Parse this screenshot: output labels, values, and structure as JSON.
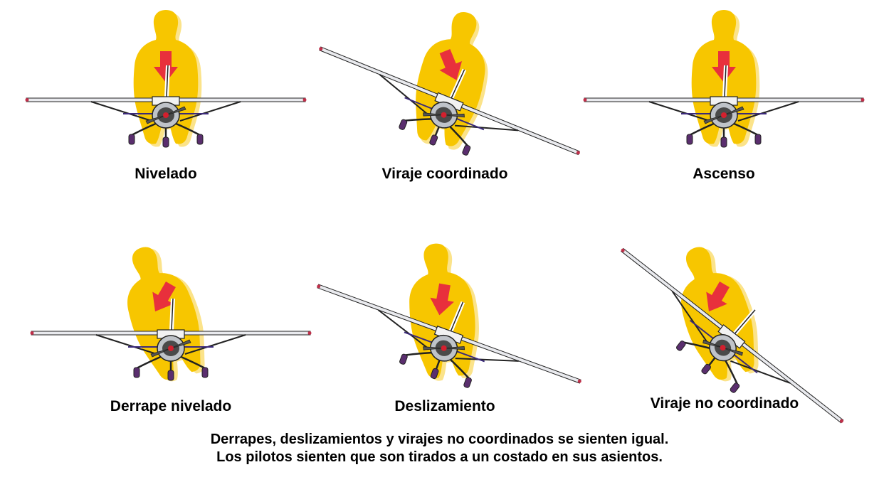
{
  "panels": [
    {
      "label": "Nivelado",
      "bank_deg": 0,
      "force_deg": 0
    },
    {
      "label": "Viraje coordinado",
      "bank_deg": 22,
      "force_deg": 22
    },
    {
      "label": "Ascenso",
      "bank_deg": 0,
      "force_deg": 0
    },
    {
      "label": "Derrape nivelado",
      "bank_deg": 0,
      "force_deg": -30
    },
    {
      "label": "Deslizamiento",
      "bank_deg": 20,
      "force_deg": -10
    },
    {
      "label": "Viraje no coordinado",
      "bank_deg": 38,
      "force_deg": -30
    }
  ],
  "caption": {
    "line1": "Derrapes, deslizamientos y virajes no coordinados se sienten igual.",
    "line2": "Los pilotos sienten que son tirados a un costado en sus asientos."
  },
  "colors": {
    "pilot": "#f7c600",
    "pilot_shadow": "#fbe38a",
    "force_arrow": "#e8303c",
    "wing": "#e9eaee",
    "outline": "#222222",
    "wheel": "#5a2e6e"
  }
}
